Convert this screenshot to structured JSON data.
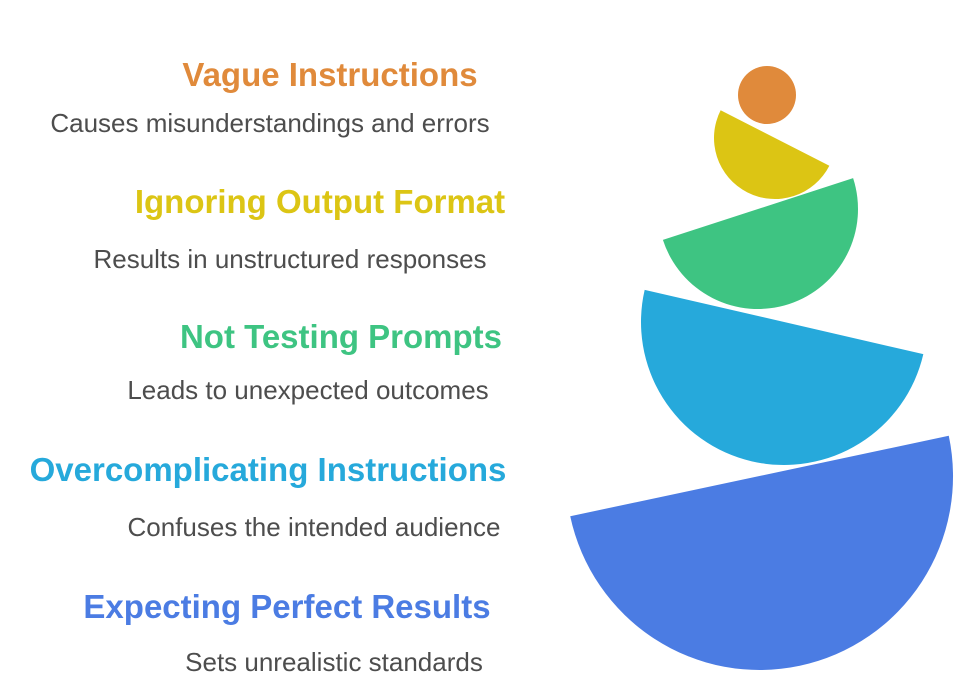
{
  "text_color": "#4D4D4D",
  "background_color": "#FFFFFF",
  "items": [
    {
      "heading": "Vague Instructions",
      "description": "Causes misunderstandings and errors",
      "color": "#E08A3B",
      "shape": "circle"
    },
    {
      "heading": "Ignoring Output Format",
      "description": "Results in unstructured responses",
      "color": "#DCC514",
      "shape": "semicircle"
    },
    {
      "heading": "Not Testing Prompts",
      "description": "Leads to unexpected outcomes",
      "color": "#3EC482",
      "shape": "semicircle"
    },
    {
      "heading": "Overcomplicating Instructions",
      "description": "Confuses the intended audience",
      "color": "#26A9DB",
      "shape": "semicircle"
    },
    {
      "heading": "Expecting Perfect Results",
      "description": "Sets unrealistic standards",
      "color": "#4B7CE3",
      "shape": "semicircle"
    }
  ]
}
